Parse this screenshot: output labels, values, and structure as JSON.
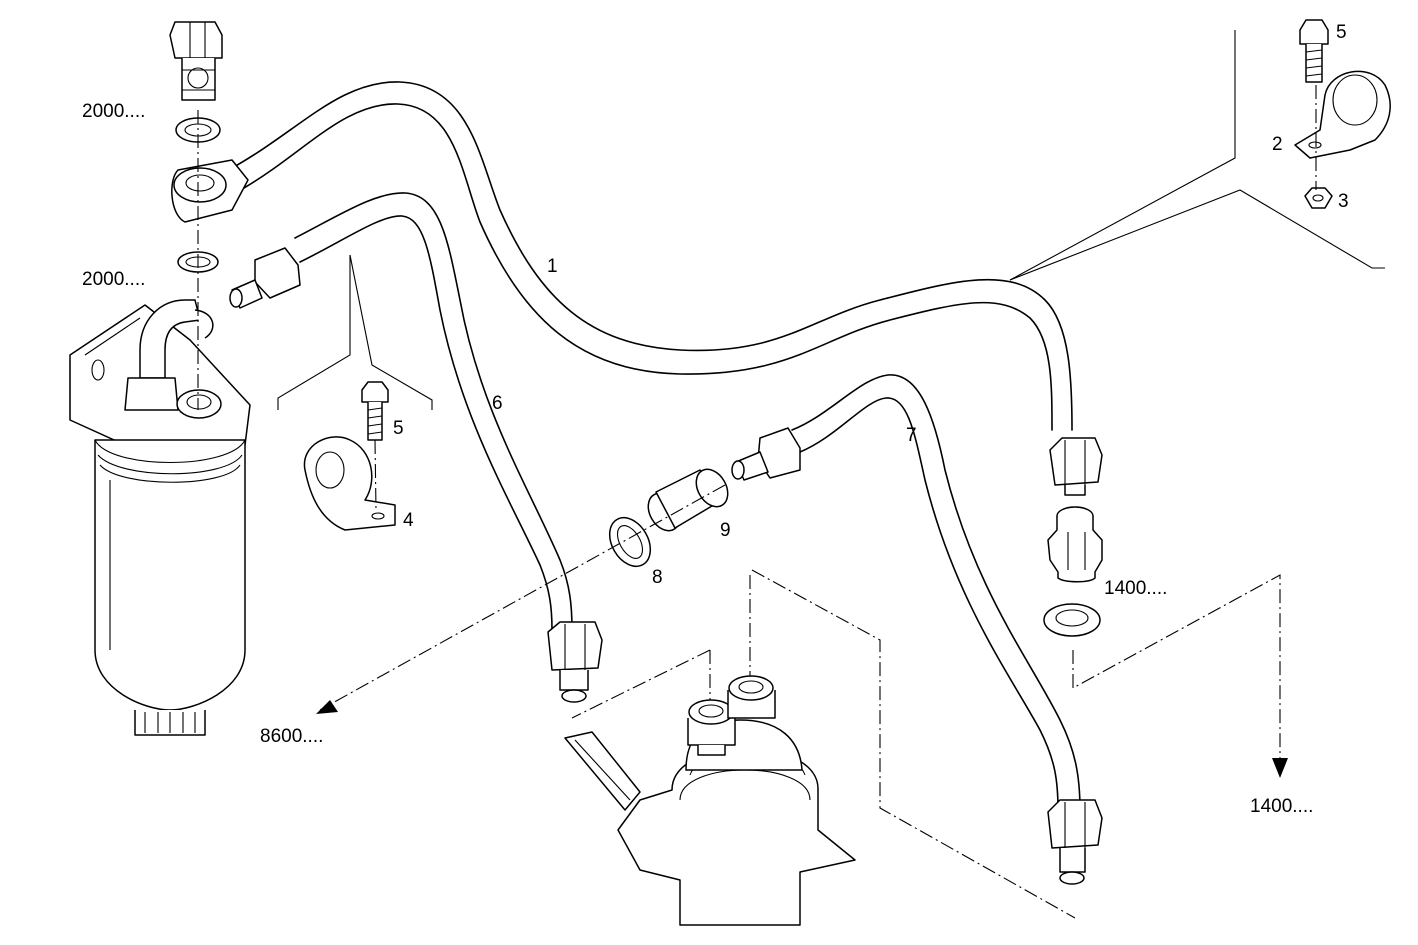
{
  "diagram": {
    "callouts": [
      {
        "id": "c1",
        "text": "1"
      },
      {
        "id": "c2",
        "text": "2"
      },
      {
        "id": "c3",
        "text": "3"
      },
      {
        "id": "c4",
        "text": "4"
      },
      {
        "id": "c5a",
        "text": "5"
      },
      {
        "id": "c5b",
        "text": "5"
      },
      {
        "id": "c6",
        "text": "6"
      },
      {
        "id": "c7",
        "text": "7"
      },
      {
        "id": "c8",
        "text": "8"
      },
      {
        "id": "c9",
        "text": "9"
      }
    ],
    "references": [
      {
        "id": "r2000a",
        "text": "2000...."
      },
      {
        "id": "r2000b",
        "text": "2000...."
      },
      {
        "id": "r1400a",
        "text": "1400...."
      },
      {
        "id": "r1400b",
        "text": "1400...."
      },
      {
        "id": "r8600",
        "text": "8600...."
      }
    ]
  }
}
